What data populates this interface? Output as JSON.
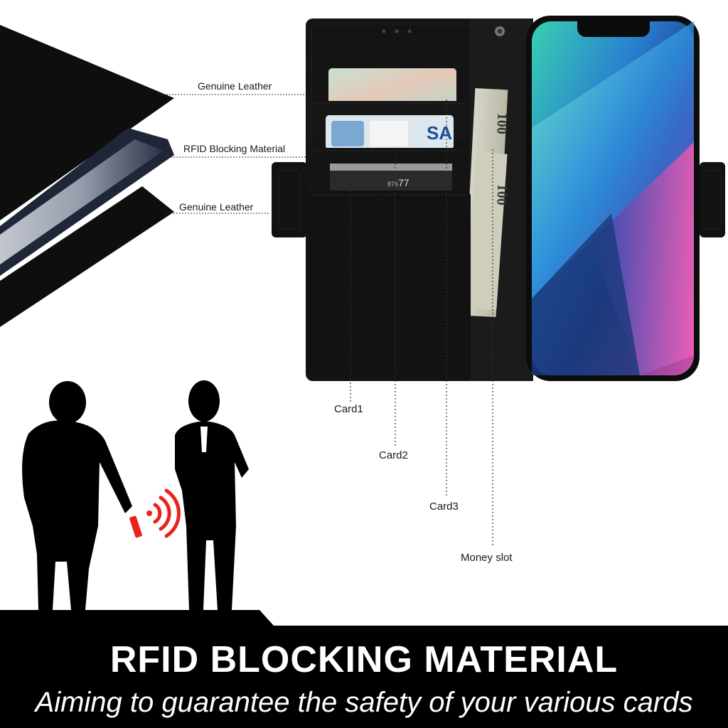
{
  "layers": {
    "top_label": "Genuine Leather",
    "middle_label": "RFID Blocking Material",
    "bottom_label": "Genuine Leather"
  },
  "slots": {
    "card1": "Card1",
    "card2": "Card2",
    "card3": "Card3",
    "money": "Money slot"
  },
  "card_text": {
    "visa_fragment": "SA",
    "card_digits": "77",
    "card_small": "876",
    "bill_value": "100"
  },
  "banner": {
    "title": "RFID BLOCKING MATERIAL",
    "subtitle": "Aiming to guarantee the safety of your various cards"
  },
  "colors": {
    "leather": "#141414",
    "rfid_signal": "#e8231c",
    "banner_bg": "#000000",
    "banner_text": "#ffffff"
  },
  "icons": [
    "rfid-signal-icon",
    "thief-silhouette-icon",
    "businessman-silhouette-icon"
  ]
}
